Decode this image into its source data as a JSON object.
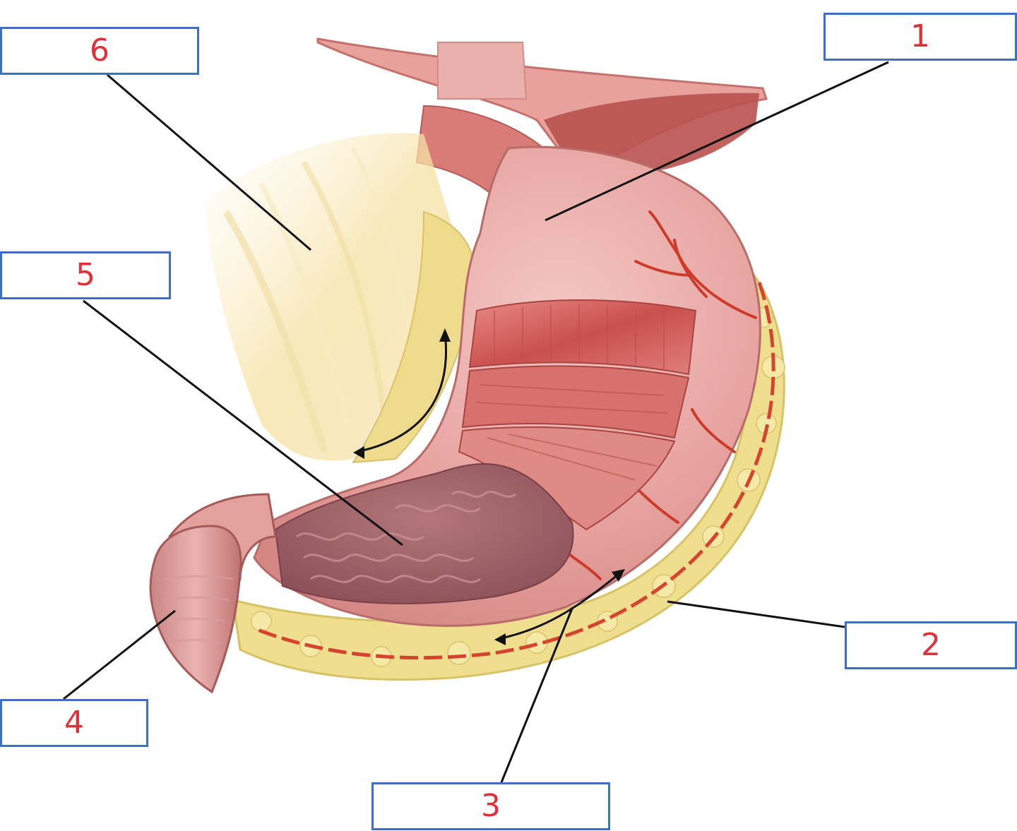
{
  "diagram": {
    "labels": [
      {
        "id": "1",
        "text": "1"
      },
      {
        "id": "2",
        "text": "2"
      },
      {
        "id": "3",
        "text": "3"
      },
      {
        "id": "4",
        "text": "4"
      },
      {
        "id": "5",
        "text": "5"
      },
      {
        "id": "6",
        "text": "6"
      }
    ]
  },
  "colors": {
    "label_border": "#3d6fc4",
    "label_text": "#e0303a",
    "leader_line": "#111111",
    "tissue_pink": "#e7a3a0",
    "muscle_red": "#c95b58",
    "fat_yellow": "#eedd8a",
    "vessel_red": "#d4442e"
  }
}
